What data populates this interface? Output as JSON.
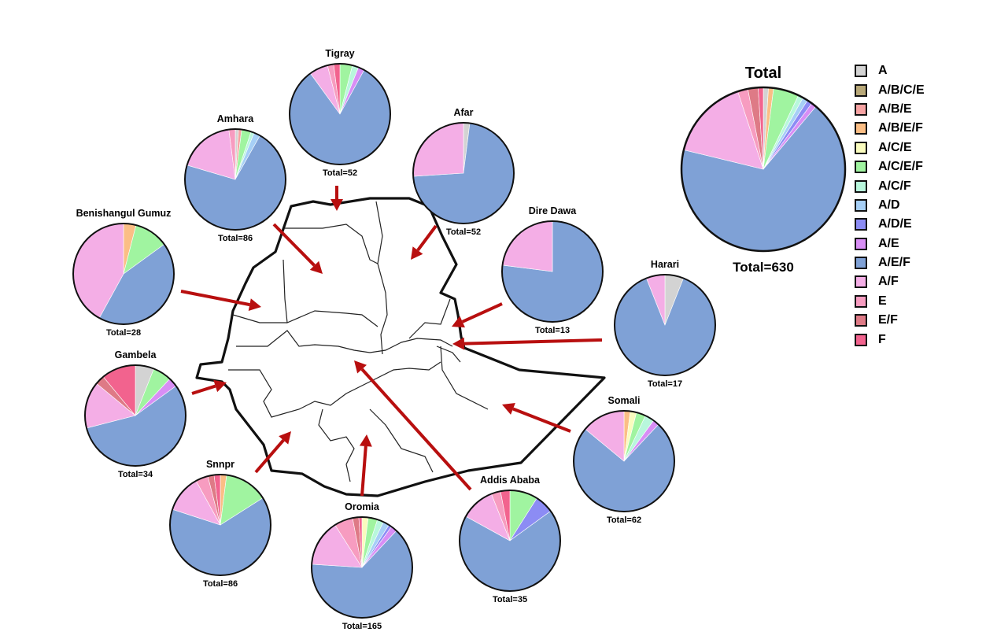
{
  "chart_data": {
    "type": "pie",
    "categories": [
      "A",
      "A/B/C/E",
      "A/B/E",
      "A/B/E/F",
      "A/C/E",
      "A/C/E/F",
      "A/C/F",
      "A/D",
      "A/D/E",
      "A/E",
      "A/E/F",
      "A/F",
      "E",
      "E/F",
      "F"
    ],
    "colors": [
      "#d3d3d3",
      "#b8a878",
      "#f7a3a3",
      "#fbbe85",
      "#fafcbe",
      "#a0f4a0",
      "#b8f7dc",
      "#a6cff6",
      "#8c8cf4",
      "#d88ef5",
      "#7fa1d6",
      "#f4aee6",
      "#f79cc0",
      "#de7a86",
      "#f2638e"
    ],
    "legend_position": "right",
    "pies": [
      {
        "name": "Tigray",
        "total_label": "Total=52",
        "values": [
          0,
          0,
          0,
          0,
          0,
          4,
          2,
          0,
          0,
          2,
          82,
          6,
          2,
          0,
          2
        ]
      },
      {
        "name": "Amhara",
        "total_label": "Total=86",
        "values": [
          1,
          0,
          1,
          0,
          0,
          3,
          1,
          2,
          0,
          0,
          70,
          18,
          2,
          0,
          0
        ]
      },
      {
        "name": "Afar",
        "total_label": "Total=52",
        "values": [
          2,
          0,
          0,
          0,
          0,
          0,
          0,
          0,
          0,
          0,
          72,
          26,
          0,
          0,
          0
        ]
      },
      {
        "name": "Benishangul Gumuz",
        "total_label": "Total=28",
        "values": [
          0,
          0,
          0,
          4,
          0,
          11,
          0,
          0,
          0,
          0,
          43,
          42,
          0,
          0,
          0
        ]
      },
      {
        "name": "Dire Dawa",
        "total_label": "Total=13",
        "values": [
          0,
          0,
          0,
          0,
          0,
          0,
          0,
          0,
          0,
          0,
          77,
          23,
          0,
          0,
          0
        ]
      },
      {
        "name": "Harari",
        "total_label": "Total=17",
        "values": [
          6,
          0,
          0,
          0,
          0,
          0,
          0,
          0,
          0,
          0,
          88,
          6,
          0,
          0,
          0
        ]
      },
      {
        "name": "Gambela",
        "total_label": "Total=34",
        "values": [
          6,
          0,
          0,
          0,
          0,
          6,
          0,
          0,
          0,
          3,
          56,
          15,
          0,
          3,
          11
        ]
      },
      {
        "name": "Somali",
        "total_label": "Total=62",
        "values": [
          0,
          0,
          0,
          2,
          2,
          3,
          3,
          0,
          0,
          2,
          74,
          14,
          0,
          0,
          0
        ]
      },
      {
        "name": "Snnpr",
        "total_label": "Total=86",
        "values": [
          0,
          0,
          0,
          2,
          0,
          14,
          0,
          0,
          0,
          0,
          64,
          12,
          4,
          2,
          2
        ]
      },
      {
        "name": "Oromia",
        "total_label": "Total=165",
        "values": [
          0,
          0,
          0,
          0,
          2,
          3,
          2,
          2,
          1,
          2,
          64,
          15,
          6,
          2,
          1
        ]
      },
      {
        "name": "Addis Ababa",
        "total_label": "Total=35",
        "values": [
          0,
          0,
          0,
          0,
          0,
          9,
          0,
          0,
          6,
          0,
          68,
          11,
          3,
          0,
          3
        ]
      },
      {
        "name": "Total",
        "total_label": "Total=630",
        "values": [
          1,
          0,
          0,
          1,
          0,
          5,
          1,
          1,
          1,
          1,
          67,
          16,
          2,
          2,
          1
        ]
      }
    ]
  }
}
